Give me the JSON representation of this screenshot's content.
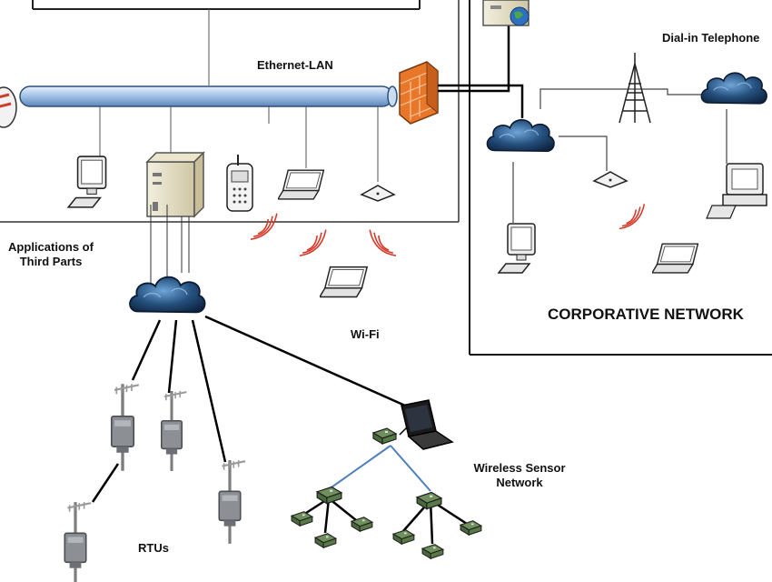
{
  "labels": {
    "ethernet_lan": "Ethernet-LAN",
    "dial_in_telephone": "Dial-in Telephone",
    "apps_third_parts_line1": "Applications of",
    "apps_third_parts_line2": "Third Parts",
    "corporative_network": "CORPORATIVE NETWORK",
    "wifi": "Wi-Fi",
    "wsn_line1": "Wireless Sensor",
    "wsn_line2": "Network",
    "rtus": "RTUs"
  },
  "colors": {
    "cloud": "#1f3f66",
    "lan_bus": "#a9c8ea",
    "firewall": "#e9772a",
    "wifi_waves": "#d63a2a",
    "wsn_links": "#4f7fbf"
  }
}
